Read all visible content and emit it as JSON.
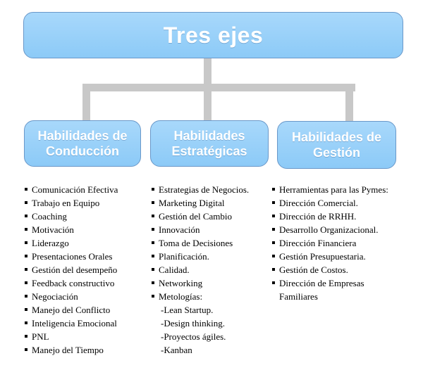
{
  "title": "Tres ejes",
  "colors": {
    "box_fill": "#8ccaf7",
    "box_border": "#6a98c9",
    "connector": "#c8c8c8",
    "box_text": "#ffffff"
  },
  "categories": [
    {
      "label": "Habilidades de Conducción",
      "items": [
        {
          "text": "Comunicación Efectiva",
          "kind": "bullet"
        },
        {
          "text": "Trabajo en Equipo",
          "kind": "bullet"
        },
        {
          "text": "Coaching",
          "kind": "bullet"
        },
        {
          "text": "Motivación",
          "kind": "bullet"
        },
        {
          "text": "Liderazgo",
          "kind": "bullet"
        },
        {
          "text": "Presentaciones Orales",
          "kind": "bullet"
        },
        {
          "text": "Gestión del desempeño",
          "kind": "bullet"
        },
        {
          "text": "Feedback constructivo",
          "kind": "bullet"
        },
        {
          "text": "Negociación",
          "kind": "bullet"
        },
        {
          "text": "Manejo del Conflicto",
          "kind": "bullet"
        },
        {
          "text": "Inteligencia Emocional",
          "kind": "bullet"
        },
        {
          "text": "PNL",
          "kind": "bullet"
        },
        {
          "text": "Manejo del Tiempo",
          "kind": "bullet"
        }
      ]
    },
    {
      "label": "Habilidades Estratégicas",
      "items": [
        {
          "text": "Estrategias de Negocios.",
          "kind": "bullet"
        },
        {
          "text": "Marketing Digital",
          "kind": "bullet"
        },
        {
          "text": "Gestión del Cambio",
          "kind": "bullet"
        },
        {
          "text": "Innovación",
          "kind": "bullet"
        },
        {
          "text": "Toma de Decisiones",
          "kind": "bullet"
        },
        {
          "text": "Planificación.",
          "kind": "bullet"
        },
        {
          "text": "Calidad.",
          "kind": "bullet"
        },
        {
          "text": "Networking",
          "kind": "bullet"
        },
        {
          "text": "Metologías:",
          "kind": "bullet"
        },
        {
          "text": "-Lean Startup.",
          "kind": "sub"
        },
        {
          "text": "-Design thinking.",
          "kind": "sub"
        },
        {
          "text": "-Proyectos ágiles.",
          "kind": "sub"
        },
        {
          "text": "-Kanban",
          "kind": "sub"
        }
      ]
    },
    {
      "label": "Habilidades de Gestión",
      "items": [
        {
          "text": "Herramientas para las Pymes:",
          "kind": "bullet"
        },
        {
          "text": "Dirección Comercial.",
          "kind": "bullet"
        },
        {
          "text": "Dirección de RRHH.",
          "kind": "bullet"
        },
        {
          "text": "Desarrollo Organizacional.",
          "kind": "bullet"
        },
        {
          "text": "Dirección Financiera",
          "kind": "bullet"
        },
        {
          "text": "Gestión Presupuestaria.",
          "kind": "bullet"
        },
        {
          "text": "Gestión de Costos.",
          "kind": "bullet"
        },
        {
          "text": "Dirección de Empresas",
          "kind": "bullet"
        },
        {
          "text": "Familiares",
          "kind": "cont"
        }
      ]
    }
  ]
}
